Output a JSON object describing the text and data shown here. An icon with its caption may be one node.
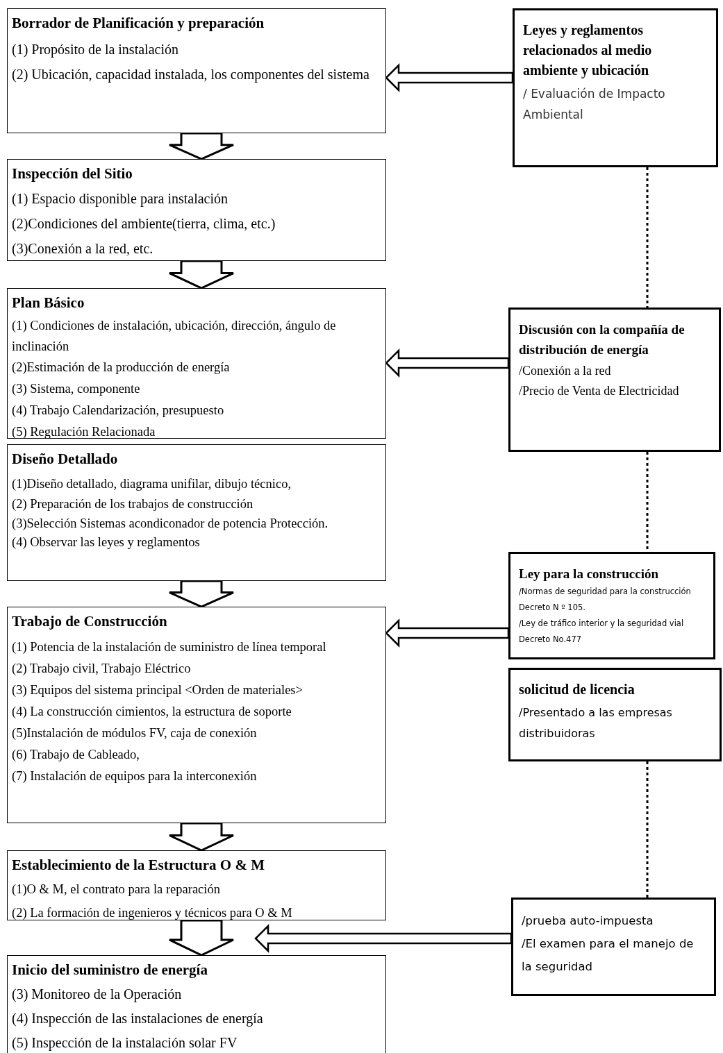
{
  "diagram": {
    "nodes": [
      {
        "text": [
          "Borrador de Planificación y preparación",
          "(1) Propósito de la instalación",
          "(2) Ubicación, capacidad instalada, los componentes del sistema"
        ]
      },
      {
        "text": [
          "Inspección del Sitio",
          "(1) Espacio disponible para instalación",
          "(2)Condiciones del ambiente(tierra, clima, etc.)",
          "(3)Conexión a la red, etc."
        ]
      },
      {
        "text": [
          "Plan Básico",
          "(1) Condiciones de instalación, ubicación, dirección, ángulo de inclinación",
          "(2)Estimación de la producción de energía",
          "(3) Sistema, componente",
          "(4) Trabajo Calendarización, presupuesto",
          "(5) Regulación Relacionada"
        ]
      },
      {
        "text": [
          "Diseño Detallado",
          "(1)Diseño detallado, diagrama unifilar, dibujo técnico,",
          "(2) Preparación de los trabajos de construcción",
          "(3)Selección Sistemas acondiconador de potencia Protección.",
          "(4) Observar las leyes y reglamentos"
        ]
      },
      {
        "text": [
          "Trabajo de Construcción",
          "(1) Potencia de la instalación de suministro de línea temporal",
          "(2) Trabajo civil, Trabajo Eléctrico",
          "(3) Equipos del sistema principal <Orden de materiales>",
          "(4) La construcción cimientos, la estructura de soporte",
          "(5)Instalación de módulos FV, caja de conexión",
          "(6) Trabajo de Cableado,",
          "(7) Instalación de equipos para la interconexión"
        ]
      },
      {
        "text": [
          "Establecimiento de la Estructura O & M",
          "(1)O & M, el contrato para la reparación",
          "(2) La formación de ingenieros y técnicos para O & M"
        ]
      },
      {
        "text": [
          "Inicio del suministro de energía",
          "(3) Monitoreo de la Operación",
          "(4) Inspección de las instalaciones de energía",
          "(5) Inspección de la instalación solar FV"
        ]
      },
      {
        "text": [
          "Leyes y reglamentos relacionados al medio ambiente y ubicación",
          "/ Evaluación de Impacto Ambiental"
        ]
      },
      {
        "text": [
          "Discusión con la compañía de distribución de energía",
          "/Conexión a la red",
          "/Precio de Venta de Electricidad"
        ]
      },
      {
        "text": [
          "Ley para la construcción",
          "/Normas de seguridad para la construcción Decreto N º 105.",
          "/Ley de tráfico interior y la seguridad vial Decreto No.477"
        ]
      },
      {
        "text": [
          "solicitud de licencia",
          "/Presentado a las empresas distribuidoras"
        ]
      },
      {
        "text": [
          "/prueba auto-impuesta",
          "/El examen para el manejo de la seguridad"
        ]
      }
    ],
    "edges": [
      {
        "from": 0,
        "to": 1,
        "arrow": "to"
      },
      {
        "from": 1,
        "to": 2,
        "arrow": "to"
      },
      {
        "from": 3,
        "to": 4,
        "arrow": "to"
      },
      {
        "from": 4,
        "to": 5,
        "arrow": "to"
      },
      {
        "from": 5,
        "to": 6,
        "arrow": "to"
      },
      {
        "from": 7,
        "to": 0,
        "arrow": "to"
      },
      {
        "from": 8,
        "to": 2,
        "arrow": "to"
      },
      {
        "from": 9,
        "to": 4,
        "arrow": "to"
      },
      {
        "from": 11,
        "to": null,
        "arrow": "to"
      },
      {
        "from": 7,
        "to": 8,
        "arrow": "none",
        "style": "dashed"
      },
      {
        "from": 8,
        "to": 9,
        "arrow": "none",
        "style": "dashed"
      },
      {
        "from": 10,
        "to": 11,
        "arrow": "none",
        "style": "dashed"
      }
    ]
  }
}
